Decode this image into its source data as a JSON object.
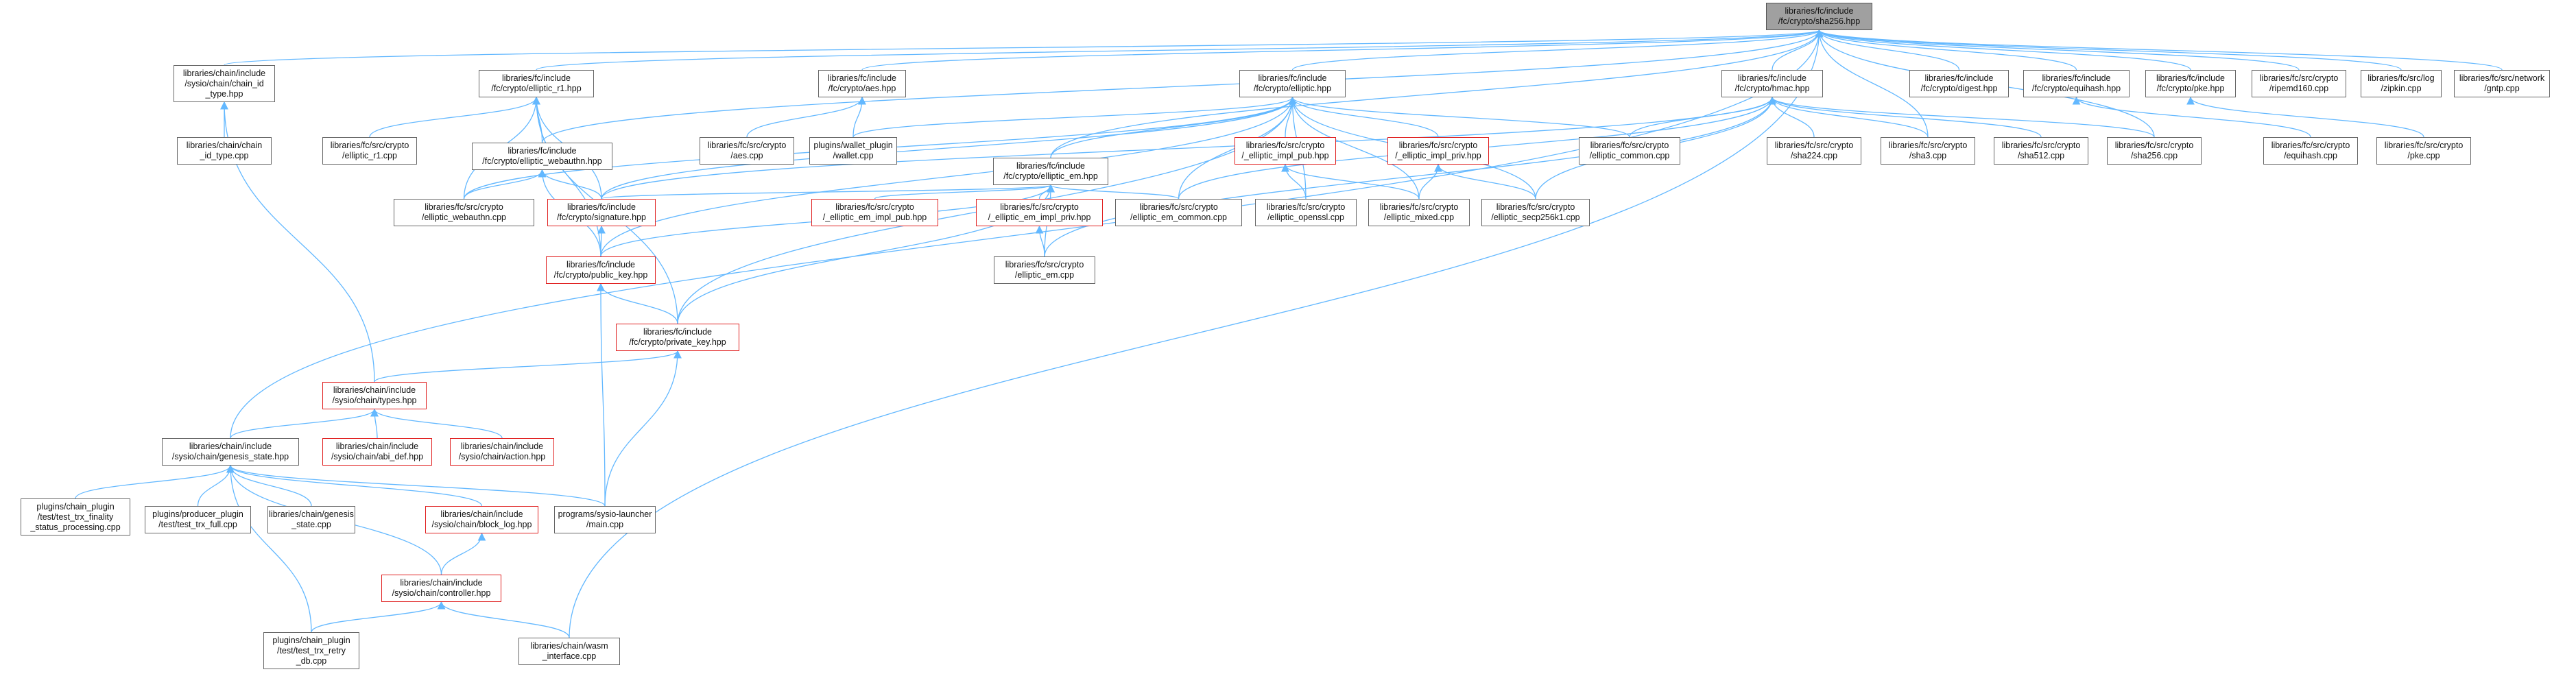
{
  "graph_title": "",
  "colors": {
    "edge": "#63b8ff",
    "border": "#666666",
    "red_border": "#e02020",
    "root_fill": "#a0a0a0",
    "background": "#ffffff"
  },
  "nodes": [
    {
      "id": "sha256_hpp",
      "lines": [
        "libraries/fc/include",
        "/fc/crypto/sha256.hpp"
      ],
      "style": "root"
    },
    {
      "id": "chain_id_type_hpp",
      "lines": [
        "libraries/chain/include",
        "/sysio/chain/chain_id",
        "_type.hpp"
      ],
      "style": "normal"
    },
    {
      "id": "elliptic_r1_hpp",
      "lines": [
        "libraries/fc/include",
        "/fc/crypto/elliptic_r1.hpp"
      ],
      "style": "normal"
    },
    {
      "id": "aes_hpp",
      "lines": [
        "libraries/fc/include",
        "/fc/crypto/aes.hpp"
      ],
      "style": "normal"
    },
    {
      "id": "elliptic_hpp",
      "lines": [
        "libraries/fc/include",
        "/fc/crypto/elliptic.hpp"
      ],
      "style": "normal"
    },
    {
      "id": "hmac_hpp",
      "lines": [
        "libraries/fc/include",
        "/fc/crypto/hmac.hpp"
      ],
      "style": "normal"
    },
    {
      "id": "digest_hpp",
      "lines": [
        "libraries/fc/include",
        "/fc/crypto/digest.hpp"
      ],
      "style": "normal"
    },
    {
      "id": "equihash_hpp",
      "lines": [
        "libraries/fc/include",
        "/fc/crypto/equihash.hpp"
      ],
      "style": "normal"
    },
    {
      "id": "pke_hpp",
      "lines": [
        "libraries/fc/include",
        "/fc/crypto/pke.hpp"
      ],
      "style": "normal"
    },
    {
      "id": "ripemd160_cpp",
      "lines": [
        "libraries/fc/src/crypto",
        "/ripemd160.cpp"
      ],
      "style": "normal"
    },
    {
      "id": "zipkin_cpp",
      "lines": [
        "libraries/fc/src/log",
        "/zipkin.cpp"
      ],
      "style": "normal"
    },
    {
      "id": "gntp_cpp",
      "lines": [
        "libraries/fc/src/network",
        "/gntp.cpp"
      ],
      "style": "normal"
    },
    {
      "id": "chain_id_type_cpp",
      "lines": [
        "libraries/chain/chain",
        "_id_type.cpp"
      ],
      "style": "normal"
    },
    {
      "id": "elliptic_r1_cpp",
      "lines": [
        "libraries/fc/src/crypto",
        "/elliptic_r1.cpp"
      ],
      "style": "normal"
    },
    {
      "id": "elliptic_webauthn_hpp",
      "lines": [
        "libraries/fc/include",
        "/fc/crypto/elliptic_webauthn.hpp"
      ],
      "style": "normal"
    },
    {
      "id": "aes_cpp",
      "lines": [
        "libraries/fc/src/crypto",
        "/aes.cpp"
      ],
      "style": "normal"
    },
    {
      "id": "wallet_cpp",
      "lines": [
        "plugins/wallet_plugin",
        "/wallet.cpp"
      ],
      "style": "normal"
    },
    {
      "id": "elliptic_em_hpp",
      "lines": [
        "libraries/fc/include",
        "/fc/crypto/elliptic_em.hpp"
      ],
      "style": "normal"
    },
    {
      "id": "elliptic_impl_pub_hpp",
      "lines": [
        "libraries/fc/src/crypto",
        "/_elliptic_impl_pub.hpp"
      ],
      "style": "red"
    },
    {
      "id": "elliptic_impl_priv_hpp",
      "lines": [
        "libraries/fc/src/crypto",
        "/_elliptic_impl_priv.hpp"
      ],
      "style": "red"
    },
    {
      "id": "elliptic_common_cpp",
      "lines": [
        "libraries/fc/src/crypto",
        "/elliptic_common.cpp"
      ],
      "style": "normal"
    },
    {
      "id": "sha224_cpp",
      "lines": [
        "libraries/fc/src/crypto",
        "/sha224.cpp"
      ],
      "style": "normal"
    },
    {
      "id": "sha3_cpp",
      "lines": [
        "libraries/fc/src/crypto",
        "/sha3.cpp"
      ],
      "style": "normal"
    },
    {
      "id": "sha512_cpp",
      "lines": [
        "libraries/fc/src/crypto",
        "/sha512.cpp"
      ],
      "style": "normal"
    },
    {
      "id": "sha256_cpp",
      "lines": [
        "libraries/fc/src/crypto",
        "/sha256.cpp"
      ],
      "style": "normal"
    },
    {
      "id": "equihash_cpp",
      "lines": [
        "libraries/fc/src/crypto",
        "/equihash.cpp"
      ],
      "style": "normal"
    },
    {
      "id": "pke_cpp",
      "lines": [
        "libraries/fc/src/crypto",
        "/pke.cpp"
      ],
      "style": "normal"
    },
    {
      "id": "elliptic_webauthn_cpp",
      "lines": [
        "libraries/fc/src/crypto",
        "/elliptic_webauthn.cpp"
      ],
      "style": "normal"
    },
    {
      "id": "signature_hpp",
      "lines": [
        "libraries/fc/include",
        "/fc/crypto/signature.hpp"
      ],
      "style": "red"
    },
    {
      "id": "elliptic_em_impl_pub_hpp",
      "lines": [
        "libraries/fc/src/crypto",
        "/_elliptic_em_impl_pub.hpp"
      ],
      "style": "red"
    },
    {
      "id": "elliptic_em_impl_priv_hpp",
      "lines": [
        "libraries/fc/src/crypto",
        "/_elliptic_em_impl_priv.hpp"
      ],
      "style": "red"
    },
    {
      "id": "elliptic_em_common_cpp",
      "lines": [
        "libraries/fc/src/crypto",
        "/elliptic_em_common.cpp"
      ],
      "style": "normal"
    },
    {
      "id": "elliptic_openssl_cpp",
      "lines": [
        "libraries/fc/src/crypto",
        "/elliptic_openssl.cpp"
      ],
      "style": "normal"
    },
    {
      "id": "elliptic_mixed_cpp",
      "lines": [
        "libraries/fc/src/crypto",
        "/elliptic_mixed.cpp"
      ],
      "style": "normal"
    },
    {
      "id": "elliptic_secp256k1_cpp",
      "lines": [
        "libraries/fc/src/crypto",
        "/elliptic_secp256k1.cpp"
      ],
      "style": "normal"
    },
    {
      "id": "public_key_hpp",
      "lines": [
        "libraries/fc/include",
        "/fc/crypto/public_key.hpp"
      ],
      "style": "red"
    },
    {
      "id": "elliptic_em_cpp",
      "lines": [
        "libraries/fc/src/crypto",
        "/elliptic_em.cpp"
      ],
      "style": "normal"
    },
    {
      "id": "private_key_hpp",
      "lines": [
        "libraries/fc/include",
        "/fc/crypto/private_key.hpp"
      ],
      "style": "red"
    },
    {
      "id": "types_hpp",
      "lines": [
        "libraries/chain/include",
        "/sysio/chain/types.hpp"
      ],
      "style": "red"
    },
    {
      "id": "genesis_state_hpp",
      "lines": [
        "libraries/chain/include",
        "/sysio/chain/genesis_state.hpp"
      ],
      "style": "normal"
    },
    {
      "id": "abi_def_hpp",
      "lines": [
        "libraries/chain/include",
        "/sysio/chain/abi_def.hpp"
      ],
      "style": "red"
    },
    {
      "id": "action_hpp",
      "lines": [
        "libraries/chain/include",
        "/sysio/chain/action.hpp"
      ],
      "style": "red"
    },
    {
      "id": "test_trx_finality_cpp",
      "lines": [
        "plugins/chain_plugin",
        "/test/test_trx_finality",
        "_status_processing.cpp"
      ],
      "style": "normal"
    },
    {
      "id": "test_trx_full_cpp",
      "lines": [
        "plugins/producer_plugin",
        "/test/test_trx_full.cpp"
      ],
      "style": "normal"
    },
    {
      "id": "genesis_state_cpp",
      "lines": [
        "libraries/chain/genesis",
        "_state.cpp"
      ],
      "style": "normal"
    },
    {
      "id": "block_log_hpp",
      "lines": [
        "libraries/chain/include",
        "/sysio/chain/block_log.hpp"
      ],
      "style": "red"
    },
    {
      "id": "launcher_main_cpp",
      "lines": [
        "programs/sysio-launcher",
        "/main.cpp"
      ],
      "style": "normal"
    },
    {
      "id": "controller_hpp",
      "lines": [
        "libraries/chain/include",
        "/sysio/chain/controller.hpp"
      ],
      "style": "red"
    },
    {
      "id": "test_trx_retry_db_cpp",
      "lines": [
        "plugins/chain_plugin",
        "/test/test_trx_retry",
        "_db.cpp"
      ],
      "style": "normal"
    },
    {
      "id": "wasm_interface_cpp",
      "lines": [
        "libraries/chain/wasm",
        "_interface.cpp"
      ],
      "style": "normal"
    }
  ],
  "edges": [
    [
      "chain_id_type_hpp",
      "sha256_hpp"
    ],
    [
      "elliptic_r1_hpp",
      "sha256_hpp"
    ],
    [
      "aes_hpp",
      "sha256_hpp"
    ],
    [
      "elliptic_hpp",
      "sha256_hpp"
    ],
    [
      "hmac_hpp",
      "sha256_hpp"
    ],
    [
      "digest_hpp",
      "sha256_hpp"
    ],
    [
      "equihash_hpp",
      "sha256_hpp"
    ],
    [
      "pke_hpp",
      "sha256_hpp"
    ],
    [
      "ripemd160_cpp",
      "sha256_hpp"
    ],
    [
      "zipkin_cpp",
      "sha256_hpp"
    ],
    [
      "gntp_cpp",
      "sha256_hpp"
    ],
    [
      "elliptic_webauthn_hpp",
      "sha256_hpp"
    ],
    [
      "elliptic_em_hpp",
      "sha256_hpp"
    ],
    [
      "genesis_state_hpp",
      "sha256_hpp"
    ],
    [
      "sha256_cpp",
      "sha256_hpp"
    ],
    [
      "sha3_cpp",
      "sha256_hpp"
    ],
    [
      "wasm_interface_cpp",
      "sha256_hpp"
    ],
    [
      "chain_id_type_cpp",
      "chain_id_type_hpp"
    ],
    [
      "types_hpp",
      "chain_id_type_hpp"
    ],
    [
      "elliptic_r1_cpp",
      "elliptic_r1_hpp"
    ],
    [
      "elliptic_webauthn_hpp",
      "elliptic_r1_hpp"
    ],
    [
      "elliptic_webauthn_cpp",
      "elliptic_r1_hpp"
    ],
    [
      "signature_hpp",
      "elliptic_r1_hpp"
    ],
    [
      "public_key_hpp",
      "elliptic_r1_hpp"
    ],
    [
      "private_key_hpp",
      "elliptic_r1_hpp"
    ],
    [
      "aes_cpp",
      "aes_hpp"
    ],
    [
      "wallet_cpp",
      "aes_hpp"
    ],
    [
      "wallet_cpp",
      "elliptic_hpp"
    ],
    [
      "elliptic_em_hpp",
      "elliptic_hpp"
    ],
    [
      "elliptic_impl_pub_hpp",
      "elliptic_hpp"
    ],
    [
      "elliptic_impl_priv_hpp",
      "elliptic_hpp"
    ],
    [
      "elliptic_common_cpp",
      "elliptic_hpp"
    ],
    [
      "elliptic_em_common_cpp",
      "elliptic_hpp"
    ],
    [
      "elliptic_openssl_cpp",
      "elliptic_hpp"
    ],
    [
      "elliptic_mixed_cpp",
      "elliptic_hpp"
    ],
    [
      "elliptic_secp256k1_cpp",
      "elliptic_hpp"
    ],
    [
      "signature_hpp",
      "elliptic_hpp"
    ],
    [
      "public_key_hpp",
      "elliptic_hpp"
    ],
    [
      "private_key_hpp",
      "elliptic_hpp"
    ],
    [
      "elliptic_webauthn_cpp",
      "elliptic_hpp"
    ],
    [
      "elliptic_common_cpp",
      "hmac_hpp"
    ],
    [
      "sha224_cpp",
      "hmac_hpp"
    ],
    [
      "sha3_cpp",
      "hmac_hpp"
    ],
    [
      "sha512_cpp",
      "hmac_hpp"
    ],
    [
      "sha256_cpp",
      "hmac_hpp"
    ],
    [
      "elliptic_secp256k1_cpp",
      "hmac_hpp"
    ],
    [
      "elliptic_em_cpp",
      "hmac_hpp"
    ],
    [
      "elliptic_em_common_cpp",
      "hmac_hpp"
    ],
    [
      "signature_hpp",
      "hmac_hpp"
    ],
    [
      "equihash_cpp",
      "equihash_hpp"
    ],
    [
      "pke_cpp",
      "pke_hpp"
    ],
    [
      "elliptic_webauthn_cpp",
      "elliptic_webauthn_hpp"
    ],
    [
      "signature_hpp",
      "elliptic_webauthn_hpp"
    ],
    [
      "public_key_hpp",
      "elliptic_webauthn_hpp"
    ],
    [
      "elliptic_em_impl_pub_hpp",
      "elliptic_em_hpp"
    ],
    [
      "elliptic_em_impl_priv_hpp",
      "elliptic_em_hpp"
    ],
    [
      "elliptic_em_common_cpp",
      "elliptic_em_hpp"
    ],
    [
      "elliptic_em_cpp",
      "elliptic_em_hpp"
    ],
    [
      "signature_hpp",
      "elliptic_em_hpp"
    ],
    [
      "public_key_hpp",
      "elliptic_em_hpp"
    ],
    [
      "private_key_hpp",
      "elliptic_em_hpp"
    ],
    [
      "elliptic_openssl_cpp",
      "elliptic_impl_pub_hpp"
    ],
    [
      "elliptic_mixed_cpp",
      "elliptic_impl_pub_hpp"
    ],
    [
      "elliptic_mixed_cpp",
      "elliptic_impl_priv_hpp"
    ],
    [
      "elliptic_secp256k1_cpp",
      "elliptic_impl_priv_hpp"
    ],
    [
      "elliptic_em_cpp",
      "elliptic_em_impl_priv_hpp"
    ],
    [
      "public_key_hpp",
      "signature_hpp"
    ],
    [
      "private_key_hpp",
      "public_key_hpp"
    ],
    [
      "launcher_main_cpp",
      "public_key_hpp"
    ],
    [
      "launcher_main_cpp",
      "private_key_hpp"
    ],
    [
      "types_hpp",
      "private_key_hpp"
    ],
    [
      "genesis_state_hpp",
      "types_hpp"
    ],
    [
      "abi_def_hpp",
      "types_hpp"
    ],
    [
      "action_hpp",
      "types_hpp"
    ],
    [
      "test_trx_finality_cpp",
      "genesis_state_hpp"
    ],
    [
      "test_trx_full_cpp",
      "genesis_state_hpp"
    ],
    [
      "genesis_state_cpp",
      "genesis_state_hpp"
    ],
    [
      "block_log_hpp",
      "genesis_state_hpp"
    ],
    [
      "launcher_main_cpp",
      "genesis_state_hpp"
    ],
    [
      "controller_hpp",
      "genesis_state_hpp"
    ],
    [
      "test_trx_retry_db_cpp",
      "genesis_state_hpp"
    ],
    [
      "controller_hpp",
      "block_log_hpp"
    ],
    [
      "test_trx_retry_db_cpp",
      "controller_hpp"
    ],
    [
      "wasm_interface_cpp",
      "controller_hpp"
    ]
  ]
}
